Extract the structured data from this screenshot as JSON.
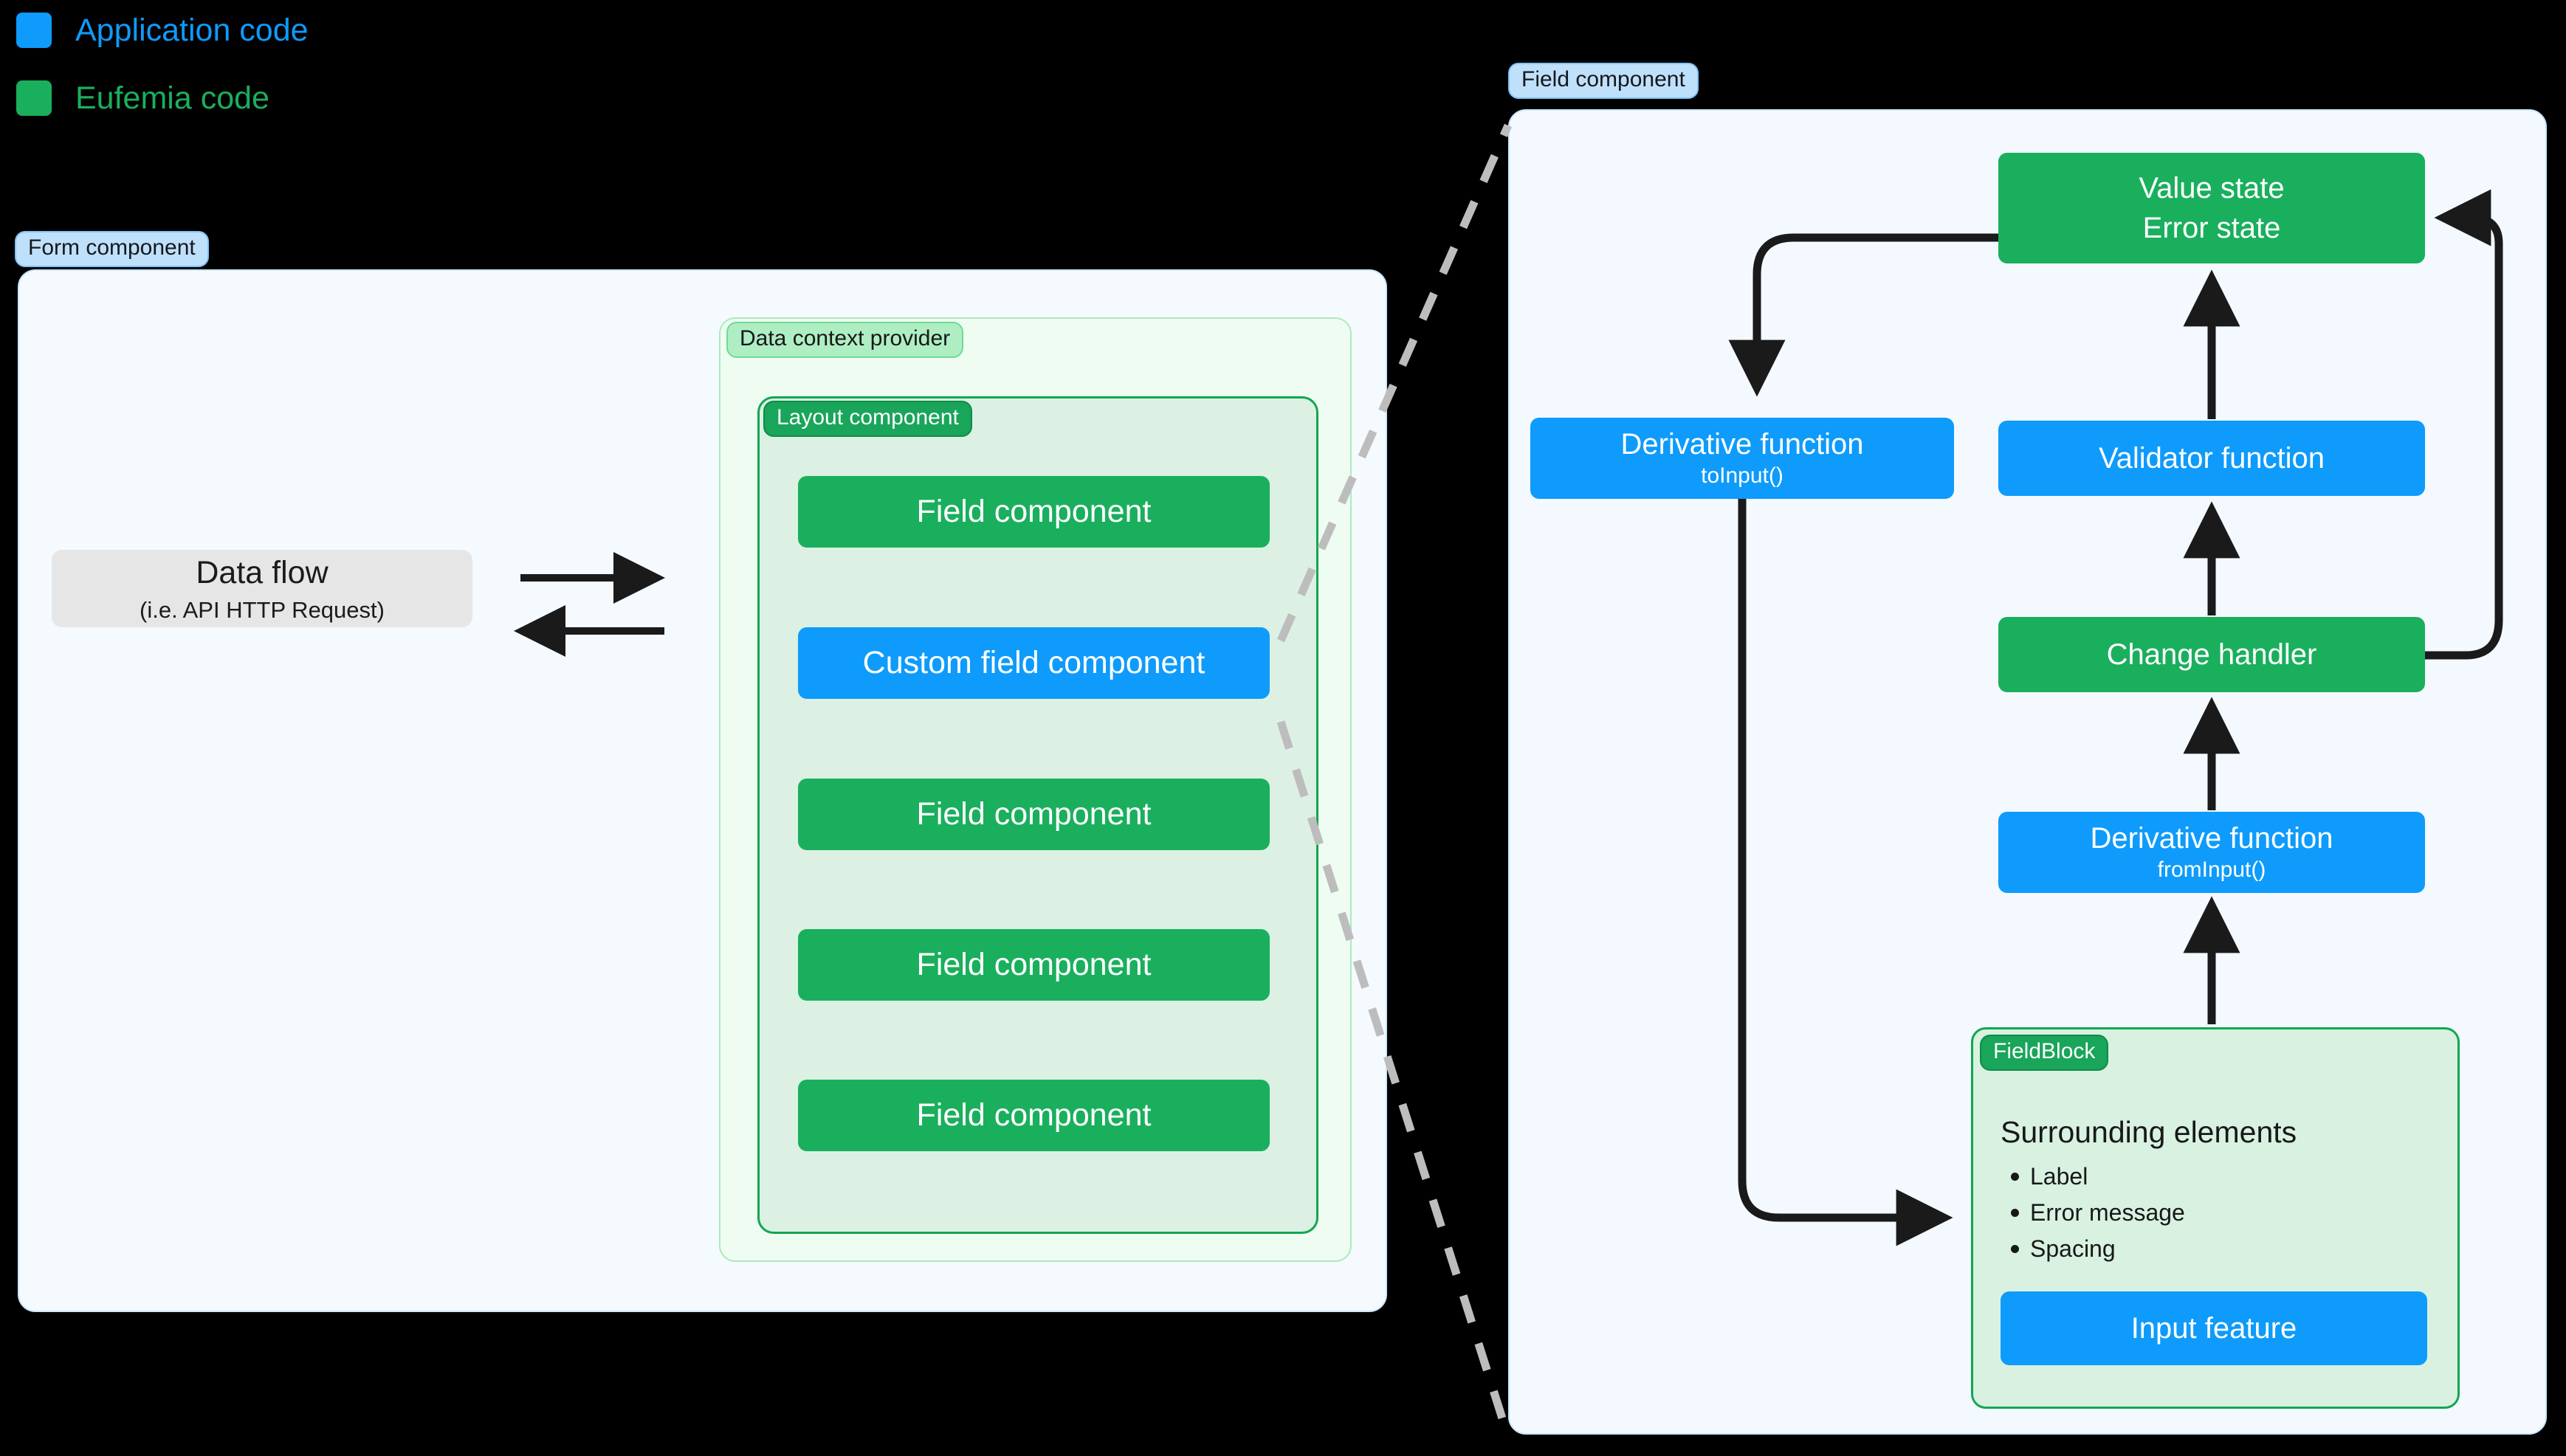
{
  "legend": {
    "items": [
      {
        "label": "Application code",
        "color": "#0E9BFB",
        "swatch_name": "application-code-swatch"
      },
      {
        "label": "Eufemia code",
        "color": "#1AAF5D",
        "swatch_name": "eufemia-code-swatch"
      }
    ]
  },
  "form_panel": {
    "tag": "Form component",
    "data_flow": {
      "title": "Data flow",
      "subtitle": "(i.e. API HTTP Request)"
    },
    "arrows": {
      "outgoing": "arrow-right",
      "incoming": "arrow-left"
    },
    "context_provider": {
      "tag": "Data context provider",
      "layout_component": {
        "tag": "Layout component",
        "fields": [
          {
            "label": "Field component",
            "kind": "eufemia"
          },
          {
            "label": "Custom field component",
            "kind": "application"
          },
          {
            "label": "Field component",
            "kind": "eufemia"
          },
          {
            "label": "Field component",
            "kind": "eufemia"
          },
          {
            "label": "Field component",
            "kind": "eufemia"
          }
        ]
      }
    }
  },
  "field_panel": {
    "tag": "Field component",
    "nodes": {
      "value_state": {
        "line1": "Value state",
        "line2": "Error state",
        "kind": "eufemia"
      },
      "derivative_to_input": {
        "title": "Derivative function",
        "subtitle": "toInput()",
        "kind": "application"
      },
      "validator": {
        "title": "Validator function",
        "kind": "application"
      },
      "change_handler": {
        "title": "Change handler",
        "kind": "eufemia"
      },
      "derivative_from_input": {
        "title": "Derivative function",
        "subtitle": "fromInput()",
        "kind": "application"
      }
    },
    "field_block": {
      "tag": "FieldBlock",
      "heading": "Surrounding elements",
      "items": [
        "Label",
        "Error message",
        "Spacing"
      ],
      "input_feature": {
        "label": "Input feature",
        "kind": "application"
      }
    }
  },
  "colors": {
    "application": "#0E9BFB",
    "eufemia": "#1AAF5D",
    "panel_blue_bg": "#F3F9FE",
    "panel_blue_border": "#CBE7FB",
    "context_bg": "#EFFCF1",
    "layout_bg": "#DCF1E3",
    "layout_border": "#13A651",
    "data_flow_bg": "#E6E6E6",
    "edge_stroke": "#1A1A1A",
    "dashed_stroke": "#BDBDBD",
    "background": "#000000"
  }
}
